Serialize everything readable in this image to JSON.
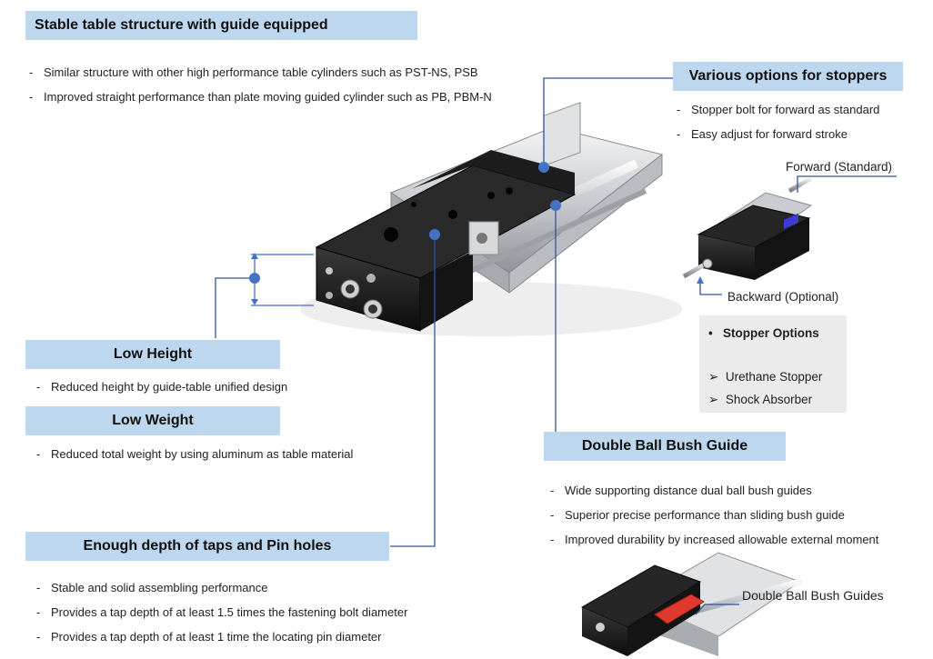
{
  "sections": {
    "stable": {
      "title": "Stable table structure with guide equipped",
      "bullets": [
        "Similar structure with other high performance table cylinders such as PST-NS, PSB",
        "Improved straight performance than plate moving guided cylinder such as PB, PBM-N"
      ]
    },
    "stoppers": {
      "title": "Various options for stoppers",
      "bullets": [
        "Stopper bolt for forward as standard",
        "Easy adjust for forward stroke"
      ],
      "forward_label": "Forward (Standard)",
      "backward_label": "Backward (Optional)",
      "options_box": {
        "title": "Stopper Options",
        "items": [
          "Urethane Stopper",
          "Shock Absorber"
        ]
      }
    },
    "low_height": {
      "title": "Low Height",
      "bullets": [
        "Reduced height by guide-table unified design"
      ]
    },
    "low_weight": {
      "title": "Low Weight",
      "bullets": [
        "Reduced total weight by using aluminum as table material"
      ]
    },
    "taps": {
      "title": "Enough depth of taps and Pin holes",
      "bullets": [
        "Stable and solid assembling performance",
        "Provides a tap depth of at least 1.5 times the fastening bolt diameter",
        "Provides a tap depth of at least 1 time the locating pin diameter"
      ]
    },
    "ball_bush": {
      "title": "Double Ball Bush Guide",
      "bullets": [
        "Wide supporting distance dual ball bush guides",
        "Superior precise performance than sliding bush guide",
        "Improved durability by increased allowable external moment"
      ],
      "guides_label": "Double Ball Bush Guides"
    }
  },
  "colors": {
    "header_bg": "#bdd7ee",
    "leader_line": "#2f5597",
    "dot": "#4472c4",
    "options_bg": "#ebebeb"
  }
}
